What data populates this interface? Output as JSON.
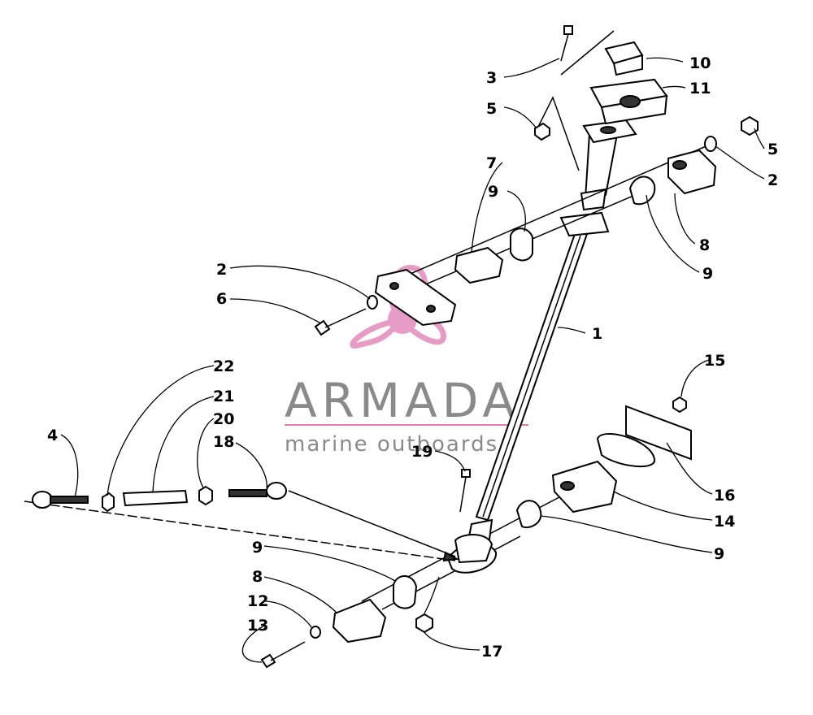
{
  "watermark": {
    "brand": "ARMADA",
    "tagline": "marine outboards",
    "brand_color": "#8a8a8a",
    "logo_color": "#e07bb4"
  },
  "callouts": [
    "1",
    "2",
    "2",
    "3",
    "4",
    "5",
    "5",
    "6",
    "7",
    "8",
    "8",
    "9",
    "9",
    "9",
    "9",
    "10",
    "11",
    "12",
    "13",
    "14",
    "15",
    "16",
    "17",
    "18",
    "19",
    "20",
    "21",
    "22"
  ]
}
